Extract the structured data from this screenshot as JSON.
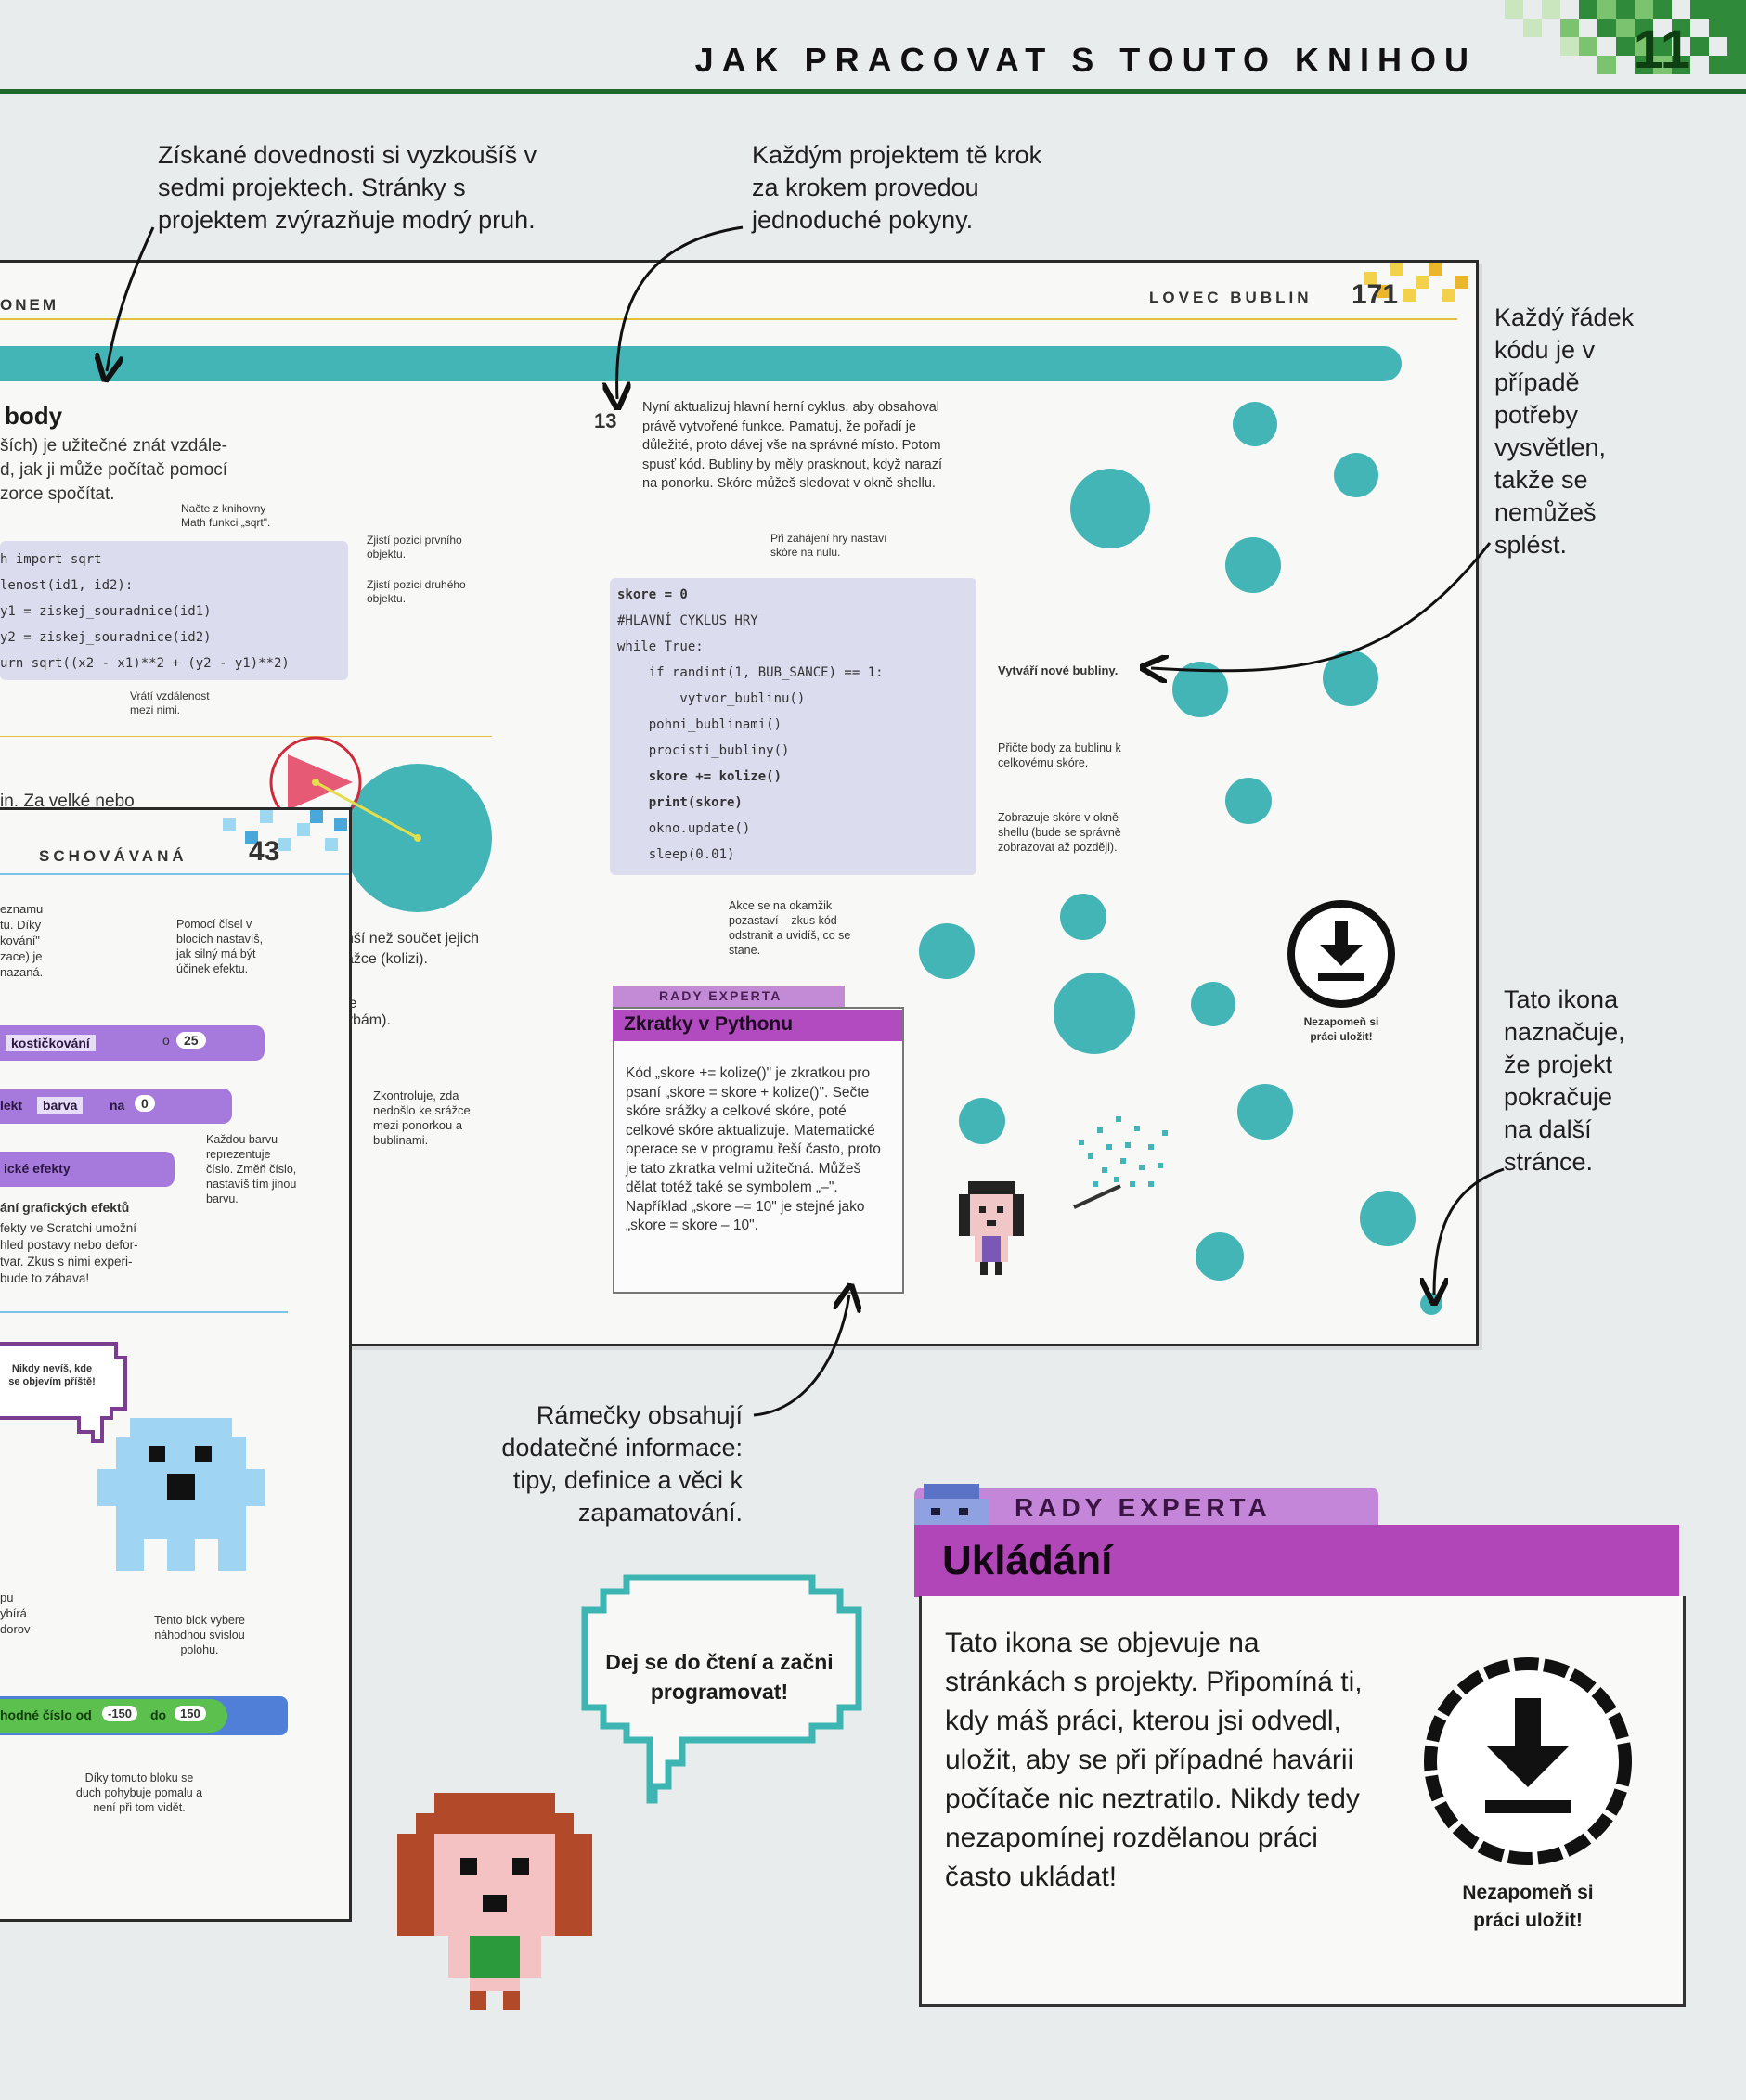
{
  "header": {
    "title": "JAK PRACOVAT S TOUTO KNIHOU",
    "page_number": "11"
  },
  "captions": {
    "projects": "Získané dovednosti si vyzkoušíš v sedmi projektech. Stránky s projektem zvýrazňuje modrý pruh.",
    "steps": "Každým projektem tě krok za krokem provedou jednoduché pokyny.",
    "lines": "Každý řádek kódu je v případě potřeby vysvětlen, takže se nemůžeš splést.",
    "icon": "Tato ikona naznačuje, že projekt pokračuje na další stránce.",
    "boxes": "Rámečky obsahují dodatečné informace: tipy, definice a věci k zapamatování."
  },
  "mockup": {
    "left_header": "ONEM",
    "right_header": "LOVEC BUBLIN",
    "page_number": "171",
    "section_title": "body",
    "section_text": [
      "ších) je užitečné znát vzdále-",
      "d, jak ji může počítač pomocí",
      "zorce spočítat."
    ],
    "code_left": [
      "h import sqrt",
      "lenost(id1, id2):",
      "y1 = ziskej_souradnice(id1)",
      "y2 = ziskej_souradnice(id2)",
      "urn sqrt((x2 - x1)**2 + (y2 - y1)**2)"
    ],
    "notes_left": {
      "sqrt": "Načte z knihovny Math funkci „sqrt\".",
      "first": "Zjistí pozici prvního objektu.",
      "second": "Zjistí pozici druhého objektu.",
      "returns": "Vrátí vzdálenost mezi nimi."
    },
    "partial_text": "in. Za velké nebo",
    "partial_text2": "nší než součet jejich",
    "partial_text3": "ážce (kolizi).",
    "partial_text4": "je",
    "partial_text5": "ybám).",
    "step_number": "13",
    "step_text": [
      "Nyní aktualizuj hlavní herní cyklus, aby obsahoval",
      "právě vytvořené funkce. Pamatuj, že pořadí je",
      "důležité, proto dávej vše na správné místo. Potom",
      "spusť kód. Bubliny by měly prasknout, když narazí",
      "na ponorku. Skóre můžeš sledovat v okně shellu."
    ],
    "code_main": [
      "skore = 0",
      "#HLAVNÍ CYKLUS HRY",
      "while True:",
      "    if randint(1, BUB_SANCE) == 1:",
      "        vytvor_bublinu()",
      "    pohni_bublinami()",
      "    procisti_bubliny()",
      "    skore += kolize()",
      "    print(skore)",
      "    okno.update()",
      "    sleep(0.01)"
    ],
    "notes_main": {
      "start": "Při zahájení hry nastaví skóre na nulu.",
      "new": "Vytváří nové bubliny.",
      "add": "Přičte body za bublinu k celkovému skóre.",
      "show": "Zobrazuje skóre v okně shellu (bude se správně zobrazovat až později).",
      "pause": "Akce se na okamžik pozastaví – zkus kód odstranit a uvidíš, co se stane.",
      "checks": "Zkontroluje, zda nedošlo ke srážce mezi ponorkou a bublinami."
    },
    "save_icon_caption": "Nezapomeň si práci uložit!",
    "tip": {
      "tab": "RADY EXPERTA",
      "title": "Zkratky v Pythonu",
      "text": "Kód „skore += kolize()\" je zkratkou pro psaní „skore = skore + kolize()\". Sečte skóre srážky a celkové skóre, poté celkové skóre aktualizuje. Matematické operace se v programu řeší často, proto je tato zkratka velmi užitečná. Můžeš dělat totéž také se symbolem „–\". Například „skore –= 10\" je stejné jako „skore = skore – 10\"."
    }
  },
  "left_page": {
    "title": "SCHOVÁVANÁ",
    "page_number": "43",
    "fragments": [
      "eznamu",
      "tu. Díky",
      "kování\"",
      "zace) je",
      "nazaná."
    ],
    "note_numbers": "Pomocí čísel v blocích nastavíš, jak silný má být účinek efektu.",
    "block1_label": "kostičkování",
    "block1_value": "25",
    "block2_prefix": "lekt",
    "block2_label": "barva",
    "block2_mid": "na",
    "block2_value": "0",
    "block3_label": "ické efekty",
    "note_color": "Každou barvu reprezentuje číslo. Změň číslo, nastavíš tím jinou barvu.",
    "effects_title": "ání grafických efektů",
    "effects_text": [
      "fekty ve Scratchi umožní",
      "hled postavy nebo defor-",
      "tvar. Zkus s nimi experi-",
      "bude to zábava!"
    ],
    "speech": "Nikdy nevíš, kde se objevím příště!",
    "frag2": [
      "pu",
      "ybírá",
      "dorov-"
    ],
    "note_block": "Tento blok vybere náhodnou svislou polohu.",
    "random_block": "hodné číslo od",
    "random_from": "-150",
    "random_mid": "do",
    "random_to": "150",
    "note_ghost": "Díky tomuto bloku se duch pohybuje pomalu a není při tom vidět."
  },
  "speech_big": "Dej se do čtení a začni programovat!",
  "tip_big": {
    "tab": "RADY EXPERTA",
    "title": "Ukládání",
    "text": "Tato ikona se objevuje na stránkách s projekty. Připomíná ti, kdy máš práci, kterou jsi odvedl, uložit, aby se při případné havárii počítače nic neztratilo. Nikdy tedy nezapomínej rozdělanou práci často ukládat!",
    "icon_caption": "Nezapomeň si práci uložit!"
  },
  "colors": {
    "green": "#1f6a2b",
    "teal": "#44b5b6",
    "purple": "#b046b8",
    "lilac": "#c486d8",
    "code_bg": "#dcdcef"
  }
}
